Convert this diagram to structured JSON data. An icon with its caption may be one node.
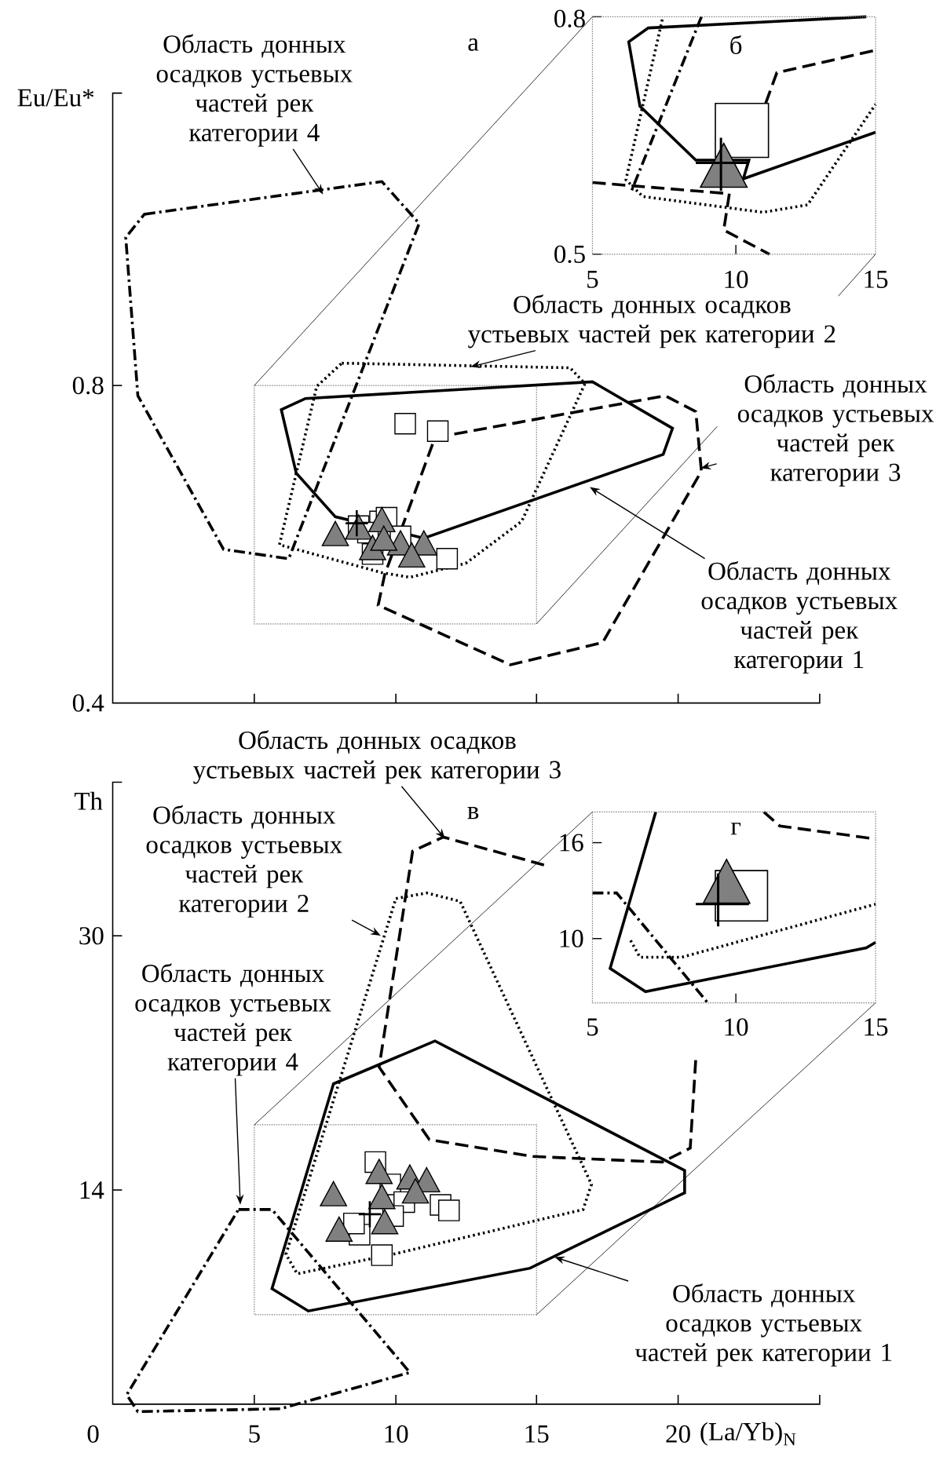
{
  "diagram": {
    "nodes": [
      {
        "text": [
          "Область донных осадков устьевых частей рек категории 4"
        ]
      },
      {
        "text": [
          "Область донных осадков устьевых частей рек категории 2"
        ]
      },
      {
        "text": [
          "Область донных осадков устьевых частей рек категории 3"
        ]
      },
      {
        "text": [
          "Область донных осадков устьевых частей рек категории 1"
        ]
      },
      {
        "text": [
          "Область донных осадков устьевых частей рек категории 3"
        ]
      },
      {
        "text": [
          "Область донных осадков устьевых частей рек категории 2"
        ]
      },
      {
        "text": [
          "Область донных осадков устьевых частей рек категории 4"
        ]
      },
      {
        "text": [
          "Область донных осадков устьевых частей рек категории 1"
        ]
      },
      {
        "text": [],
        "shape": "polygon"
      },
      {
        "text": [],
        "shape": "polygon"
      },
      {
        "text": [],
        "shape": "polygon"
      },
      {
        "text": [],
        "shape": "polygon"
      },
      {
        "text": [],
        "shape": "polygon"
      },
      {
        "text": [],
        "shape": "polygon"
      },
      {
        "text": [],
        "shape": "polygon"
      },
      {
        "text": [],
        "shape": "polygon"
      }
    ],
    "edges": [
      {
        "from": 0,
        "to": 8,
        "arrow": "to"
      },
      {
        "from": 1,
        "to": 9,
        "arrow": "to"
      },
      {
        "from": 2,
        "to": 10,
        "arrow": "to"
      },
      {
        "from": 3,
        "to": 11,
        "arrow": "to"
      },
      {
        "from": 4,
        "to": 12,
        "arrow": "to"
      },
      {
        "from": 5,
        "to": 13,
        "arrow": "to"
      },
      {
        "from": 6,
        "to": 14,
        "arrow": "to"
      },
      {
        "from": 7,
        "to": 15,
        "arrow": "to"
      }
    ],
    "labels": [
      "а",
      "0.8",
      "б",
      "Eu/Eu*",
      "0.5",
      "5",
      "10",
      "15",
      "0.8",
      "0.4",
      "Th",
      "в",
      "16",
      "г",
      "30",
      "10",
      "5",
      "10",
      "15",
      "14",
      "0",
      "5",
      "10",
      "15",
      "20",
      "(La/Yb)$_{N}$"
    ]
  }
}
